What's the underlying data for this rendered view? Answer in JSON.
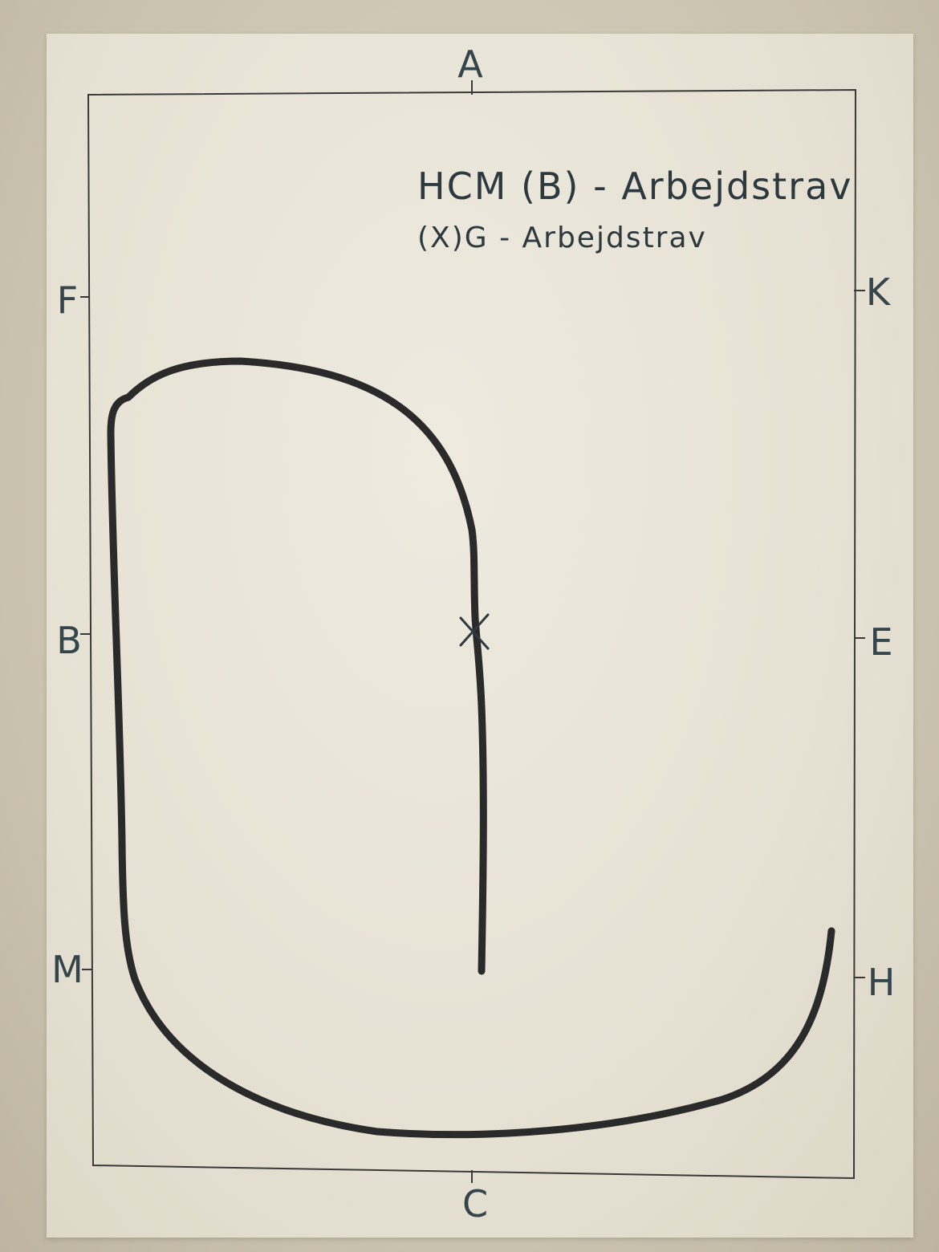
{
  "markers": {
    "top": "A",
    "bottom": "C",
    "left_upper": "F",
    "left_middle": "B",
    "left_lower": "M",
    "right_upper": "K",
    "right_middle": "E",
    "right_lower": "H",
    "center": "X"
  },
  "notes": {
    "line1": "HCM (B) - Arbejdstrav",
    "line2": "(X)G - Arbejdstrav"
  },
  "colors": {
    "paper": "#e9e5d9",
    "ink": "#2a2a2a",
    "pencil": "#34454c"
  }
}
